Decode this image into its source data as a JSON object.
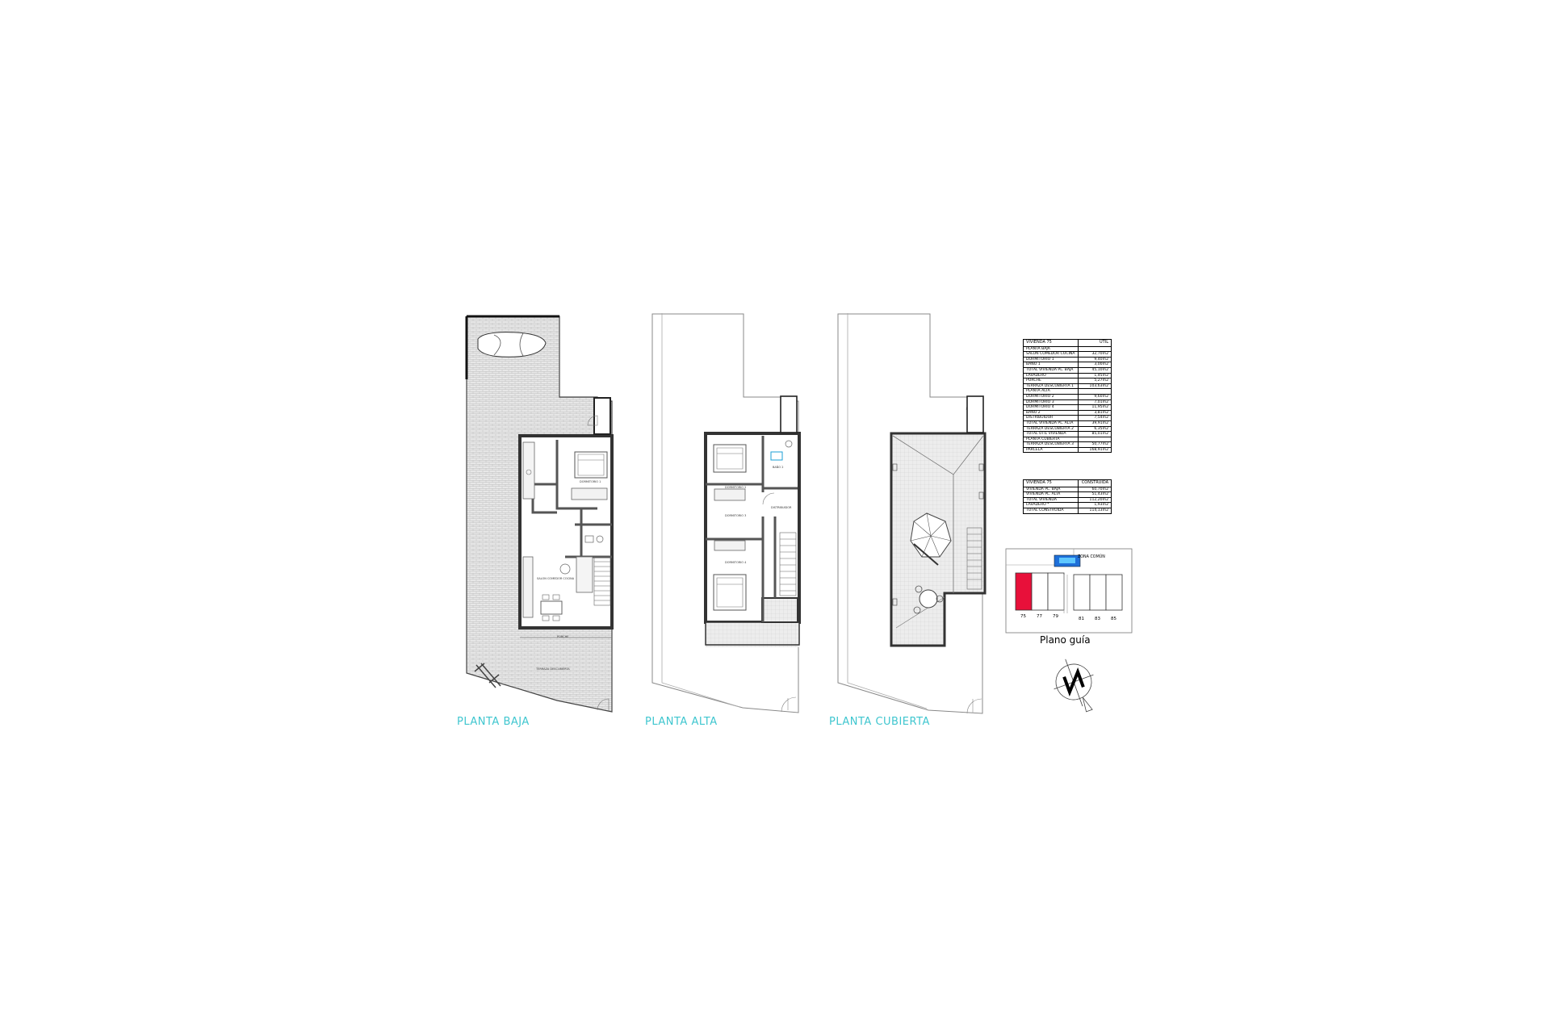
{
  "plans": {
    "ground": "PLANTA BAJA",
    "upper": "PLANTA ALTA",
    "roof": "PLANTA CUBIERTA"
  },
  "table1": {
    "header_left": "VIVIENDA 75",
    "header_right": "ÚTIL",
    "rows": [
      {
        "label": "PLANTA BAJA",
        "value": ""
      },
      {
        "label": "SALON COMEDOR COCINA",
        "value": "32,70m2"
      },
      {
        "label": "DORMITORIO 1",
        "value": "9,40m2"
      },
      {
        "label": "BAÑO 1",
        "value": "3,00m2"
      },
      {
        "label": "TOTAL VIVIENDA PL. BAJA",
        "value": "45,10m2"
      },
      {
        "label": "LAVADERO",
        "value": "1,45m2"
      },
      {
        "label": "PORCHE",
        "value": "5,27m2"
      },
      {
        "label": "TERRAZA DESCUBIERTA 1",
        "value": "103,63m2"
      },
      {
        "label": "PLANTA ALTA",
        "value": ""
      },
      {
        "label": "DORMITORIO 2",
        "value": "9,60m2"
      },
      {
        "label": "DORMITORIO 3",
        "value": "7,01m2"
      },
      {
        "label": "DORMITORIO 4",
        "value": "11,95m2"
      },
      {
        "label": "BAÑO 2",
        "value": "3,81m2"
      },
      {
        "label": "DISTRIBUIDOR",
        "value": "7,54m2"
      },
      {
        "label": "TOTAL VIVIENDA PL. ALTA",
        "value": "39,91m2"
      },
      {
        "label": "TERRAZA DESCUBIERTA 2",
        "value": "6,35m2"
      },
      {
        "label": "TOTAL ÚTIL VIVIENDA",
        "value": "85,01m2"
      },
      {
        "label": "PLANTA CUBIERTA",
        "value": ""
      },
      {
        "label": "TERRAZA DESCUBIERTA 3",
        "value": "50,77m2"
      },
      {
        "label": "PARCELA",
        "value": "168,91m2"
      }
    ]
  },
  "table2": {
    "header_left": "VIVIENDA 75",
    "header_right": "CONSTRUIDA",
    "rows": [
      {
        "label": "VIVIENDA PL. BAJA",
        "value": "60,70m2"
      },
      {
        "label": "VIVIENDA PL. ALTA",
        "value": "51,43m2"
      },
      {
        "label": "TOTAL VIVIENDA",
        "value": "112,20m2"
      },
      {
        "label": "LAVADERO *",
        "value": "1,93m2"
      },
      {
        "label": "TOTAL CONSTRUIDA",
        "value": "114,13m2"
      }
    ]
  },
  "guide": {
    "title": "Plano guía",
    "zona": "ZONA COMÚN",
    "numbers": [
      "75",
      "77",
      "79",
      "81",
      "83",
      "85"
    ],
    "highlight_color": "#e8103a",
    "pool_color": "#1e6fd9"
  },
  "colors": {
    "label": "#3fc6cf",
    "paving": "#c9c9c9",
    "wall": "#555555"
  }
}
